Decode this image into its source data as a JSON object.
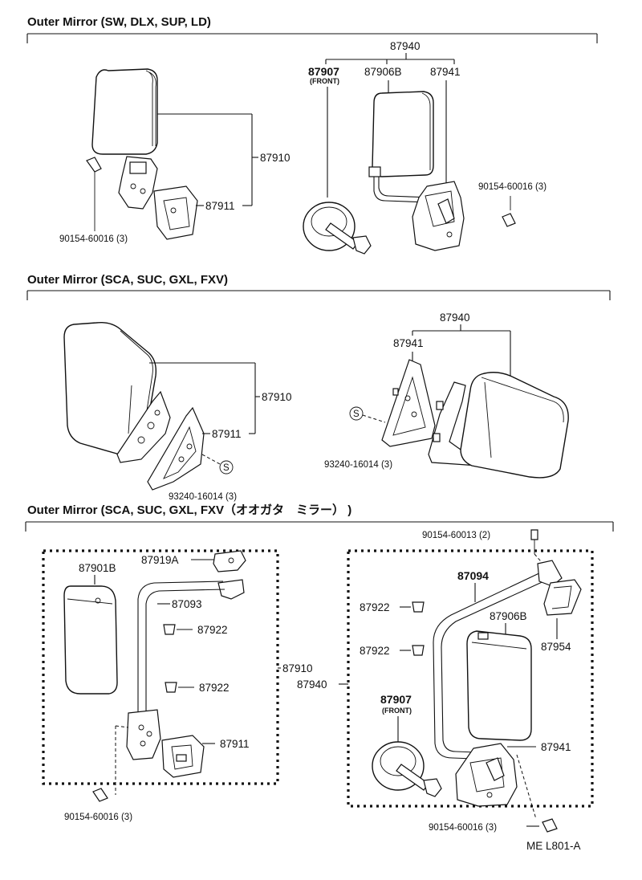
{
  "sections": [
    {
      "title": "Outer Mirror (SW, DLX, SUP, LD)"
    },
    {
      "title": "Outer Mirror (SCA, SUC, GXL, FXV)"
    },
    {
      "title": "Outer Mirror (SCA, SUC, GXL, FXV（オオガタ　ミラー） )"
    }
  ],
  "s1": {
    "assy_right": "87940",
    "front_mirror": "87907",
    "front_note": "(FRONT)",
    "mirror_906b": "87906B",
    "bracket_941": "87941",
    "assy_left": "87910",
    "gasket": "87911",
    "screw_left": "90154-60016 (3)",
    "screw_right": "90154-60016 (3)"
  },
  "s2": {
    "assy_right": "87940",
    "bracket_941": "87941",
    "assy_left": "87910",
    "gasket": "87911",
    "screw_left": "93240-16014 (3)",
    "screw_right": "93240-16014 (3)",
    "s_mark": "S"
  },
  "s3": {
    "mirror_901b": "87901B",
    "clamp": "87919A",
    "stay": "87093",
    "cap_a": "87922",
    "cap_b": "87922",
    "assy_left": "87910",
    "gasket": "87911",
    "screw_left": "90154-60016 (3)",
    "screw_top": "90154-60013 (2)",
    "stay_right": "87094",
    "cap_c": "87922",
    "cap_d": "87922",
    "mirror_906b": "87906B",
    "plate": "87954",
    "assy_right": "87940",
    "front_mirror": "87907",
    "front_note": "(FRONT)",
    "bracket_941": "87941",
    "screw_bottom": "90154-60016 (3)"
  },
  "footer": {
    "code": "ME  L801-A"
  }
}
